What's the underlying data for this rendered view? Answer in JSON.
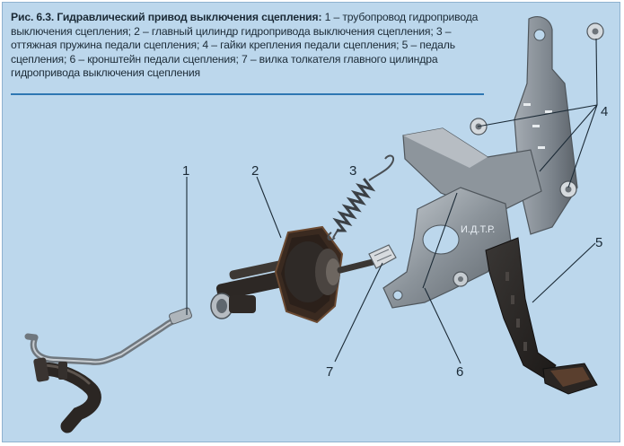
{
  "caption": {
    "title": "Рис. 6.3. Гидравлический привод выключения сцепления:",
    "text": " 1 – трубопровод гидропривода выключения сцепления; 2 – главный цилиндр гидропривода выключения сцепления; 3 – оттяжная пружина педали сцепления; 4 – гайки крепления педали сцепления; 5 – педаль сцепления; 6 – кронштейн педали сцепления; 7 – вилка толкателя главного цилиндра гидропривода выключения сцепления"
  },
  "callouts": {
    "n1": "1",
    "n2": "2",
    "n3": "3",
    "n4": "4",
    "n5": "5",
    "n6": "6",
    "n7": "7"
  },
  "watermark": "И.Д.Т.Р.",
  "colors": {
    "background": "#bcd7ec",
    "rule": "#2e77b3",
    "metal": "#8e969e",
    "rubber": "#2a2623"
  }
}
